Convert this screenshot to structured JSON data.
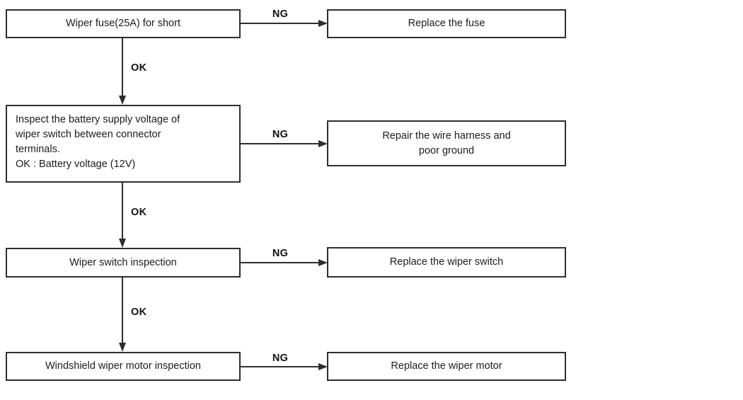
{
  "diagram": {
    "type": "troubleshooting-flowchart",
    "topic": "Windshield wiper system inspection",
    "colors": {
      "line": "#2e2e2e",
      "text": "#1c1c1c",
      "background": "#ffffff"
    },
    "steps": [
      {
        "check": "Wiper fuse(25A) for short",
        "branch_label": "NG",
        "action": "Replace the fuse",
        "next_label": "OK"
      },
      {
        "check": "Inspect the battery supply voltage of\nwiper switch between connector\nterminals.\nOK : Battery voltage (12V)",
        "branch_label": "NG",
        "action": "Repair the wire harness and\npoor ground",
        "next_label": "OK"
      },
      {
        "check": "Wiper switch inspection",
        "branch_label": "NG",
        "action": "Replace the wiper switch",
        "next_label": "OK"
      },
      {
        "check": "Windshield wiper motor inspection",
        "branch_label": "NG",
        "action": "Replace the wiper motor"
      }
    ]
  }
}
